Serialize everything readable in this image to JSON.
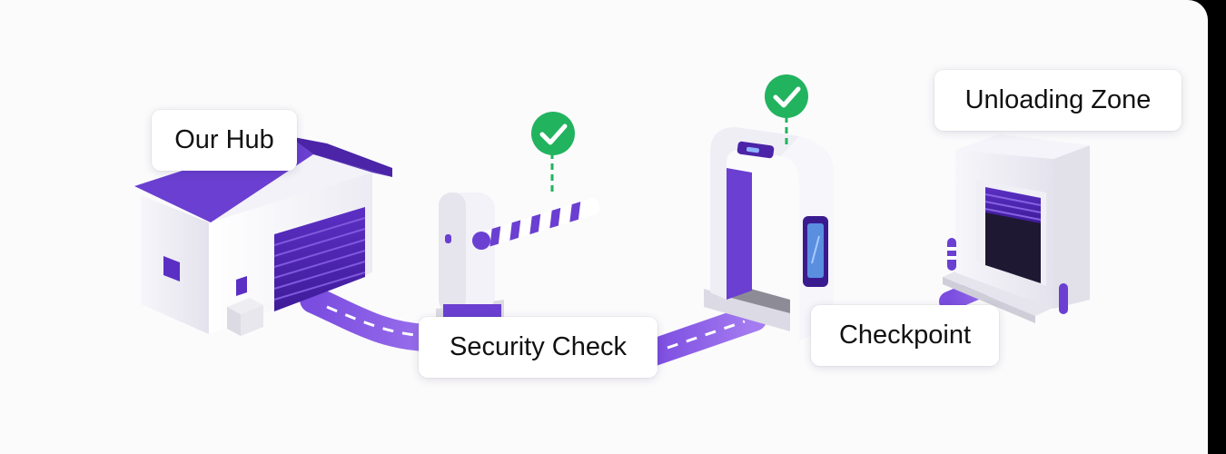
{
  "labels": {
    "hub": "Our Hub",
    "security": "Security Check",
    "checkpoint": "Checkpoint",
    "unloading": "Unloading Zone"
  },
  "icons": {
    "status": "check-circle-icon",
    "hub": "warehouse-icon",
    "security": "barrier-gate-icon",
    "checkpoint": "scanner-arch-icon",
    "unloading": "loading-dock-icon"
  },
  "colors": {
    "accent": "#6a3fd1",
    "accent_dark": "#4b24a8",
    "check_green": "#22b35e",
    "building": "#f4f3f8",
    "background": "#fbfbfc"
  }
}
